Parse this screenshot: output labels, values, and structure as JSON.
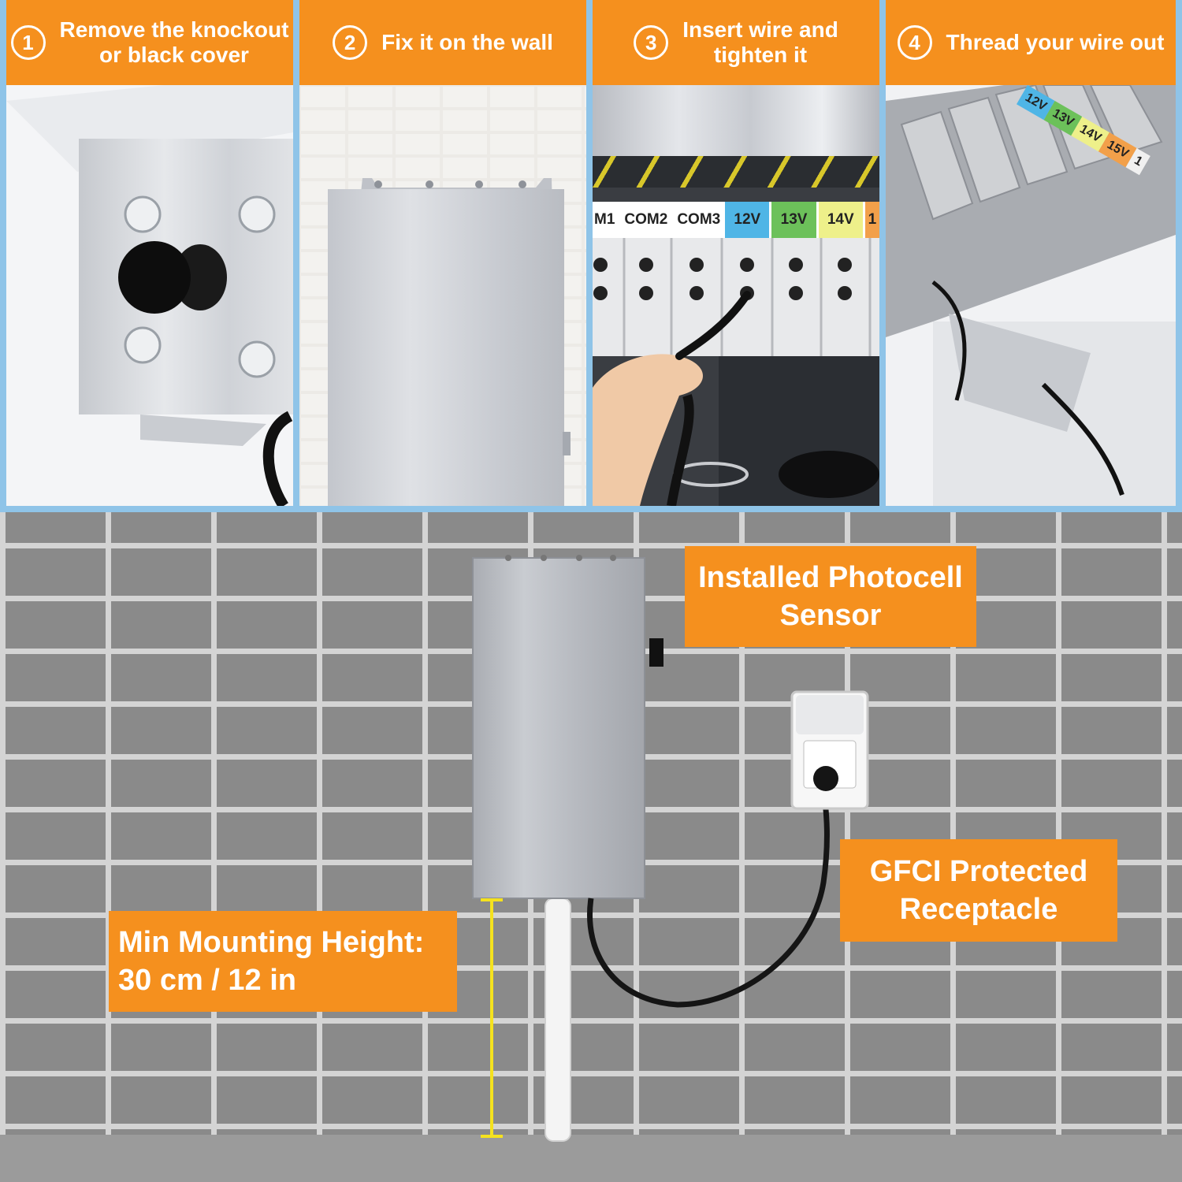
{
  "steps": [
    {
      "num": "1",
      "lines": [
        "Remove the knockout",
        "or black cover"
      ]
    },
    {
      "num": "2",
      "lines": [
        "Fix it on the wall"
      ]
    },
    {
      "num": "3",
      "lines": [
        "Insert wire and",
        "tighten it"
      ]
    },
    {
      "num": "4",
      "lines": [
        "Thread your wire out"
      ]
    }
  ],
  "terminal_labels": [
    "M1",
    "COM2",
    "COM3",
    "12V",
    "13V",
    "14V",
    "1"
  ],
  "terminal_colors": {
    "12V": "#4fb5e6",
    "13V": "#6cc15a",
    "14V": "#eef08a",
    "1": "#f2a04a"
  },
  "angled_labels": [
    "12V",
    "13V",
    "14V",
    "15V",
    "1"
  ],
  "callouts": {
    "photocell": [
      "Installed Photocell",
      "Sensor"
    ],
    "gfci": [
      "GFCI Protected",
      "Receptacle"
    ],
    "height": [
      "Min Mounting Height:",
      "30 cm / 12 in"
    ]
  },
  "colors": {
    "accent": "#f5901e",
    "divider": "#8fc4e8",
    "dimension": "#f5e21e"
  }
}
